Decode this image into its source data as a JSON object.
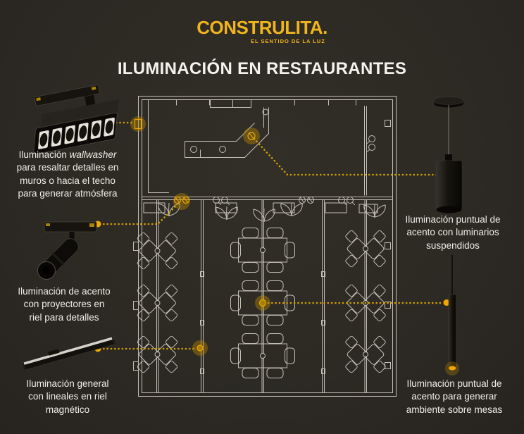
{
  "header": {
    "logo": "CONSTRULITA.",
    "tagline": "EL SENTIDO DE LA LUZ",
    "title": "ILUMINACIÓN EN RESTAURANTES"
  },
  "captions": {
    "wallwasher": {
      "line1_regular": "Iluminación ",
      "line1_italic": "wallwasher",
      "lines": [
        "para resaltar detalles en",
        "muros o hacia el techo",
        "para generar atmósfera"
      ]
    },
    "spotlight": {
      "lines": [
        "Iluminación de acento",
        "con proyectores en",
        "riel para detalles"
      ]
    },
    "linear": {
      "lines": [
        "Iluminación general",
        "con lineales en riel",
        "magnético"
      ]
    },
    "pendant": {
      "lines": [
        "Iluminación puntual de",
        "acento con luminarios",
        "suspendidos"
      ]
    },
    "tube_pendant": {
      "lines": [
        "Iluminación puntual de",
        "acento para generar",
        "ambiente sobre mesas"
      ]
    }
  },
  "colors": {
    "background": "#2e2a25",
    "brand_yellow": "#f0b41d",
    "callout_amber": "#cf9d00",
    "callout_dot": "#f2a800",
    "plan_line": "#c4c0b8",
    "text": "#f1eee8"
  }
}
